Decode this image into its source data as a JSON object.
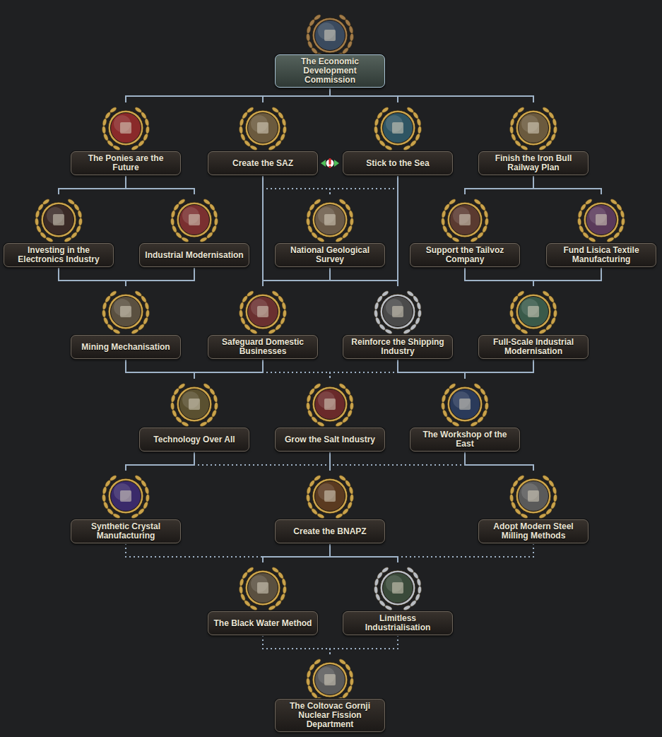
{
  "diagram": {
    "nodes": [
      {
        "text": [
          "The Economic Development Commission"
        ]
      },
      {
        "text": [
          "The Ponies are the Future"
        ]
      },
      {
        "text": [
          "Create the SAZ"
        ]
      },
      {
        "text": [
          "Stick to the Sea"
        ]
      },
      {
        "text": [
          "Finish the Iron Bull Railway Plan"
        ]
      },
      {
        "text": [
          "Investing in the Electronics Industry"
        ]
      },
      {
        "text": [
          "Industrial Modernisation"
        ]
      },
      {
        "text": [
          "National Geological Survey"
        ]
      },
      {
        "text": [
          "Support the Tailvoz Company"
        ]
      },
      {
        "text": [
          "Fund Lisica Textile Manufacturing"
        ]
      },
      {
        "text": [
          "Mining Mechanisation"
        ]
      },
      {
        "text": [
          "Safeguard Domestic Businesses"
        ]
      },
      {
        "text": [
          "Reinforce the Shipping Industry"
        ]
      },
      {
        "text": [
          "Full-Scale Industrial Modernisation"
        ]
      },
      {
        "text": [
          "Technology Over All"
        ]
      },
      {
        "text": [
          "Grow the Salt Industry"
        ]
      },
      {
        "text": [
          "The Workshop of the East"
        ]
      },
      {
        "text": [
          "Synthetic Crystal Manufacturing"
        ]
      },
      {
        "text": [
          "Create the BNAPZ"
        ]
      },
      {
        "text": [
          "Adopt Modern Steel Milling Methods"
        ]
      },
      {
        "text": [
          "The Black Water Method"
        ]
      },
      {
        "text": [
          "Limitless Industrialisation"
        ]
      },
      {
        "text": [
          "The Coltovac Gornji Nuclear Fission Department"
        ]
      }
    ],
    "edges": [
      {
        "from": 0,
        "to": 1,
        "arrow": "none"
      },
      {
        "from": 0,
        "to": 2,
        "arrow": "none"
      },
      {
        "from": 0,
        "to": 3,
        "arrow": "none"
      },
      {
        "from": 0,
        "to": 4,
        "arrow": "none"
      },
      {
        "from": 1,
        "to": 5,
        "arrow": "none"
      },
      {
        "from": 1,
        "to": 6,
        "arrow": "none"
      },
      {
        "from": 2,
        "to": 7,
        "arrow": "none"
      },
      {
        "from": 3,
        "to": 7,
        "arrow": "none"
      },
      {
        "from": 2,
        "to": 11,
        "arrow": "none"
      },
      {
        "from": 7,
        "to": 11,
        "arrow": "none"
      },
      {
        "from": 3,
        "to": 12,
        "arrow": "none"
      },
      {
        "from": 7,
        "to": 12,
        "arrow": "none"
      },
      {
        "from": 4,
        "to": 8,
        "arrow": "none"
      },
      {
        "from": 4,
        "to": 9,
        "arrow": "none"
      },
      {
        "from": 5,
        "to": 10,
        "arrow": "none"
      },
      {
        "from": 6,
        "to": 10,
        "arrow": "none"
      },
      {
        "from": 8,
        "to": 13,
        "arrow": "none"
      },
      {
        "from": 9,
        "to": 13,
        "arrow": "none"
      },
      {
        "from": 10,
        "to": 14,
        "arrow": "none"
      },
      {
        "from": 11,
        "to": 14,
        "arrow": "none"
      },
      {
        "from": 11,
        "to": 15,
        "arrow": "none"
      },
      {
        "from": 12,
        "to": 15,
        "arrow": "none"
      },
      {
        "from": 12,
        "to": 16,
        "arrow": "none"
      },
      {
        "from": 13,
        "to": 16,
        "arrow": "none"
      },
      {
        "from": 14,
        "to": 17,
        "arrow": "none"
      },
      {
        "from": 15,
        "to": 18,
        "arrow": "none"
      },
      {
        "from": 14,
        "to": 18,
        "arrow": "none"
      },
      {
        "from": 16,
        "to": 18,
        "arrow": "none"
      },
      {
        "from": 16,
        "to": 19,
        "arrow": "none"
      },
      {
        "from": 18,
        "to": 20,
        "arrow": "none"
      },
      {
        "from": 18,
        "to": 21,
        "arrow": "none"
      },
      {
        "from": 17,
        "to": 20,
        "arrow": "none"
      },
      {
        "from": 17,
        "to": 21,
        "arrow": "none"
      },
      {
        "from": 19,
        "to": 20,
        "arrow": "none"
      },
      {
        "from": 19,
        "to": 21,
        "arrow": "none"
      },
      {
        "from": 20,
        "to": 22,
        "arrow": "none"
      },
      {
        "from": 21,
        "to": 22,
        "arrow": "none"
      }
    ]
  }
}
